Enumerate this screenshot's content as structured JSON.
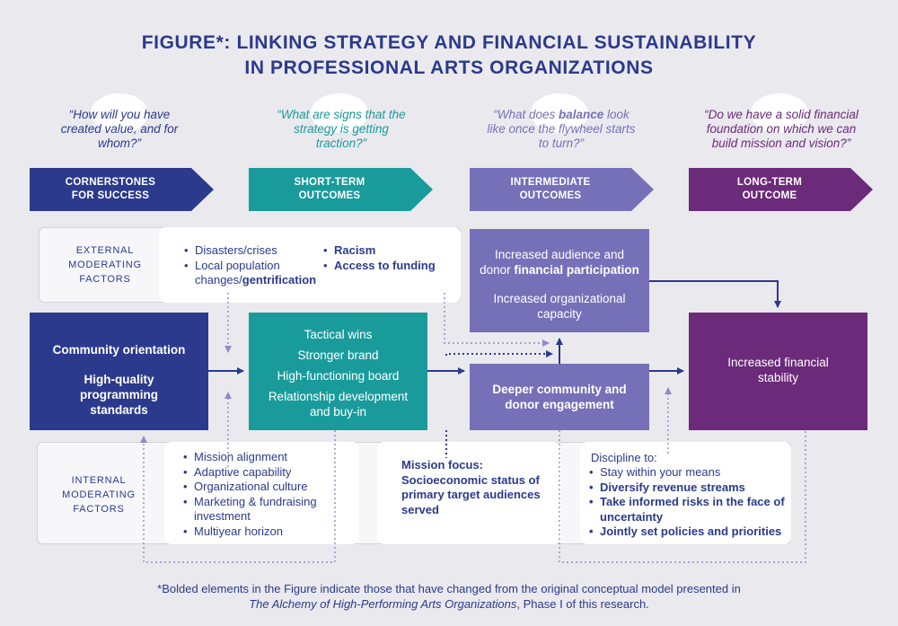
{
  "title": {
    "line1": "FIGURE*: LINKING STRATEGY AND FINANCIAL SUSTAINABILITY",
    "line2": "IN PROFESSIONAL ARTS ORGANIZATIONS"
  },
  "questions": [
    {
      "text": "“How will you have created value, and for whom?”",
      "color": "#2b3a8c"
    },
    {
      "text": "“What are signs that the strategy is getting traction?”",
      "color": "#1a9b9b"
    },
    {
      "pre": "“What does ",
      "bold": "balance",
      "post": " look like once the flywheel starts to turn?”",
      "color": "#7570b8"
    },
    {
      "text": "“Do we have a solid financial foundation on which we can build mission and vision?”",
      "color": "#6b2a7a"
    }
  ],
  "stages": [
    {
      "line1": "CORNERSTONES",
      "line2": "FOR SUCCESS",
      "color": "#2b3a8c"
    },
    {
      "line1": "SHORT-TERM",
      "line2": "OUTCOMES",
      "color": "#1a9b9b"
    },
    {
      "line1": "INTERMEDIATE",
      "line2": "OUTCOMES",
      "color": "#7570b8"
    },
    {
      "line1": "LONG-TERM",
      "line2": "OUTCOME",
      "color": "#6b2a7a"
    }
  ],
  "external": {
    "label": [
      "EXTERNAL",
      "MODERATING",
      "FACTORS"
    ],
    "col1": [
      "Disasters/crises",
      "Local population"
    ],
    "col1_cont": "changes/",
    "col1_bold": "gentrification",
    "col2_bold": [
      "Racism",
      "Access to funding"
    ]
  },
  "cornerstones": {
    "item1": "Community orientation",
    "item2": "High-quality programming standards"
  },
  "short_term": [
    "Tactical wins",
    "Stronger brand",
    "High-functioning board",
    "Relationship development and buy-in"
  ],
  "intermediate_top": {
    "line1": "Increased audience and",
    "line2_pre": "donor ",
    "line2_bold": "financial participation",
    "item2": "Increased organizational capacity"
  },
  "intermediate_bottom": "Deeper community and donor engagement",
  "long_term": "Increased  financial stability",
  "internal": {
    "label": [
      "INTERNAL",
      "MODERATING",
      "FACTORS"
    ],
    "list": [
      "Mission alignment",
      "Adaptive capability",
      "Organizational culture",
      "Marketing & fundraising investment",
      "Multiyear horizon"
    ],
    "mission_focus": "Mission focus: Socioeconomic status of primary target audiences served",
    "discipline_title": "Discipline to:",
    "discipline_items": [
      {
        "text": "Stay within your means",
        "bold": false
      },
      {
        "text": "Diversify revenue streams",
        "bold": true
      },
      {
        "text": "Take informed risks in the face of uncertainty",
        "bold": true
      },
      {
        "text": "Jointly set policies and priorities",
        "bold": true
      }
    ]
  },
  "footnote": {
    "line1": "*Bolded elements in the Figure indicate those that have changed from the original conceptual model presented in",
    "line2_italic": "The Alchemy of High-Performing Arts Organizations",
    "line2_rest": ", Phase I of this research."
  }
}
